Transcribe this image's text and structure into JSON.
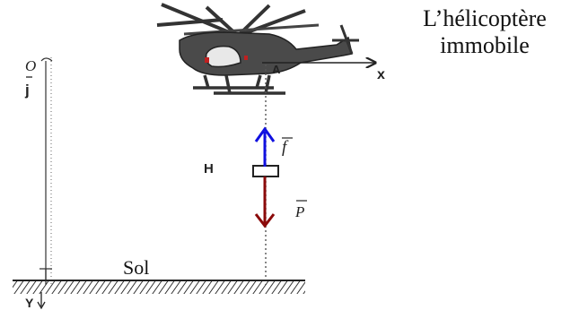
{
  "caption": {
    "line1": "L’hélicoptère",
    "line2": "immobile"
  },
  "labels": {
    "origin": "O",
    "j_vector": "j",
    "point_a": "A",
    "x_axis": "x",
    "height": "H",
    "force_f": "f",
    "weight_p": "P",
    "ground": "Sol",
    "y_axis": "Y"
  },
  "colors": {
    "force_f": "#1010e0",
    "weight_p": "#8b0a0a",
    "ink": "#222222"
  }
}
